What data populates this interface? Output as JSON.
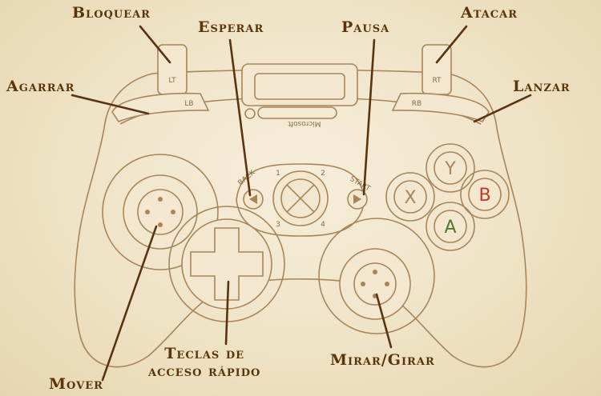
{
  "labels": {
    "bloquear": "Bloquear",
    "esperar": "Esperar",
    "pausa": "Pausa",
    "atacar": "Atacar",
    "agarrar": "Agarrar",
    "lanzar": "Lanzar",
    "teclas_line1": "Teclas de",
    "teclas_line2": "acceso rápido",
    "mirar_girar": "Mirar/Girar",
    "mover": "Mover"
  },
  "controller": {
    "lt": "LT",
    "rt": "RT",
    "lb": "LB",
    "rb": "RB",
    "back": "BACK",
    "start": "START",
    "brand": "Microsoft",
    "quadrant_1": "1",
    "quadrant_2": "2",
    "quadrant_3": "3",
    "quadrant_4": "4",
    "button_y": "Y",
    "button_x": "X",
    "button_b": "B",
    "button_a": "A"
  },
  "colors": {
    "label_text": "#5b3508",
    "outline": "#a88559",
    "button_b": "#c0392b",
    "button_a": "#4f7a2a",
    "parchment": "#f1e6cc"
  }
}
